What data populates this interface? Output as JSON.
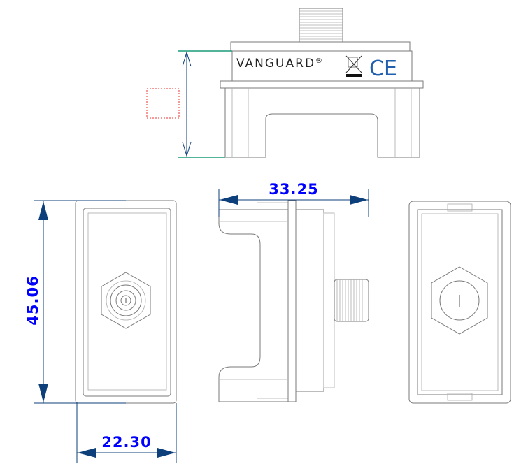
{
  "product": {
    "brand": "VANGUARD",
    "registered_mark": "®",
    "ce_mark": "CE"
  },
  "dimensions": {
    "height": "45.06",
    "depth": "33.25",
    "width": "22.30"
  },
  "colors": {
    "dimension_text": "#0000ff",
    "dimension_line": "#0d3f7a",
    "extension_line": "#1a9a7a",
    "ce": "#1f5fae"
  }
}
